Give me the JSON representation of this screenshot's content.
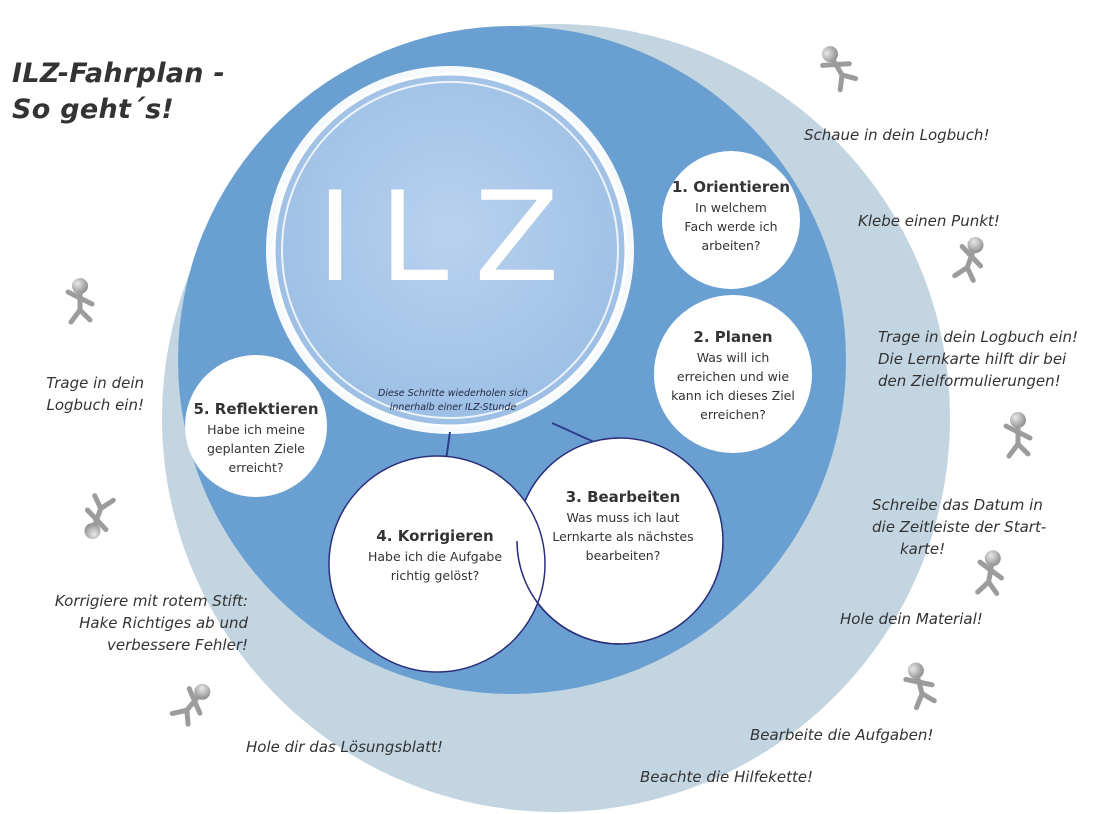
{
  "title_line1": "ILZ-Fahrplan -",
  "title_line2": "So geht´s!",
  "center_logo": "ILZ",
  "repeat_hint": {
    "line1": "Diese Schritte wiederholen sich",
    "line2": "innerhalb einer ILZ-Stunde"
  },
  "steps": [
    {
      "heading": "1. Orientieren",
      "lines": [
        "In welchem",
        "Fach werde ich",
        "arbeiten?"
      ]
    },
    {
      "heading": "2. Planen",
      "lines": [
        "Was will ich",
        "erreichen und wie",
        "kann ich dieses Ziel",
        "erreichen?"
      ]
    },
    {
      "heading": "3. Bearbeiten",
      "lines": [
        "Was muss ich laut",
        "Lernkarte als nächstes",
        "bearbeiten?"
      ]
    },
    {
      "heading": "4. Korrigieren",
      "lines": [
        "Habe ich die Aufgabe",
        "richtig gelöst?"
      ]
    },
    {
      "heading": "5. Reflektieren",
      "lines": [
        "Habe ich meine",
        "geplanten Ziele",
        "erreicht?"
      ]
    }
  ],
  "instructions": {
    "logbuch": "Schaue in dein Logbuch!",
    "punkt": "Klebe einen Punkt!",
    "trage_lines": [
      "Trage in dein Logbuch ein!",
      "Die Lernkarte hilft dir bei",
      "den Zielformulierungen!"
    ],
    "datum_lines": [
      "Schreibe das Datum in",
      "die Zeitleiste der Start-",
      "karte!"
    ],
    "material": "Hole dein Material!",
    "aufgaben": "Bearbeite die Aufgaben!",
    "hilfekette": "Beachte die Hilfekette!",
    "loesungsblatt": "Hole dir das Lösungsblatt!",
    "korrigiere_lines": [
      "Korrigiere mit rotem Stift:",
      "Hake Richtiges ab und",
      "verbessere Fehler!"
    ],
    "trage_left_lines": [
      "Trage in dein",
      "Logbuch ein!"
    ]
  },
  "colors": {
    "outer_ring": "#c3d5e0",
    "blue_disc": "#6a9fd2",
    "logo_disc": "#a9c6e8",
    "step_circle": "#ffffff",
    "step_border": "#2b2f7a",
    "text": "#333333",
    "figure": "#a8a8a8"
  }
}
